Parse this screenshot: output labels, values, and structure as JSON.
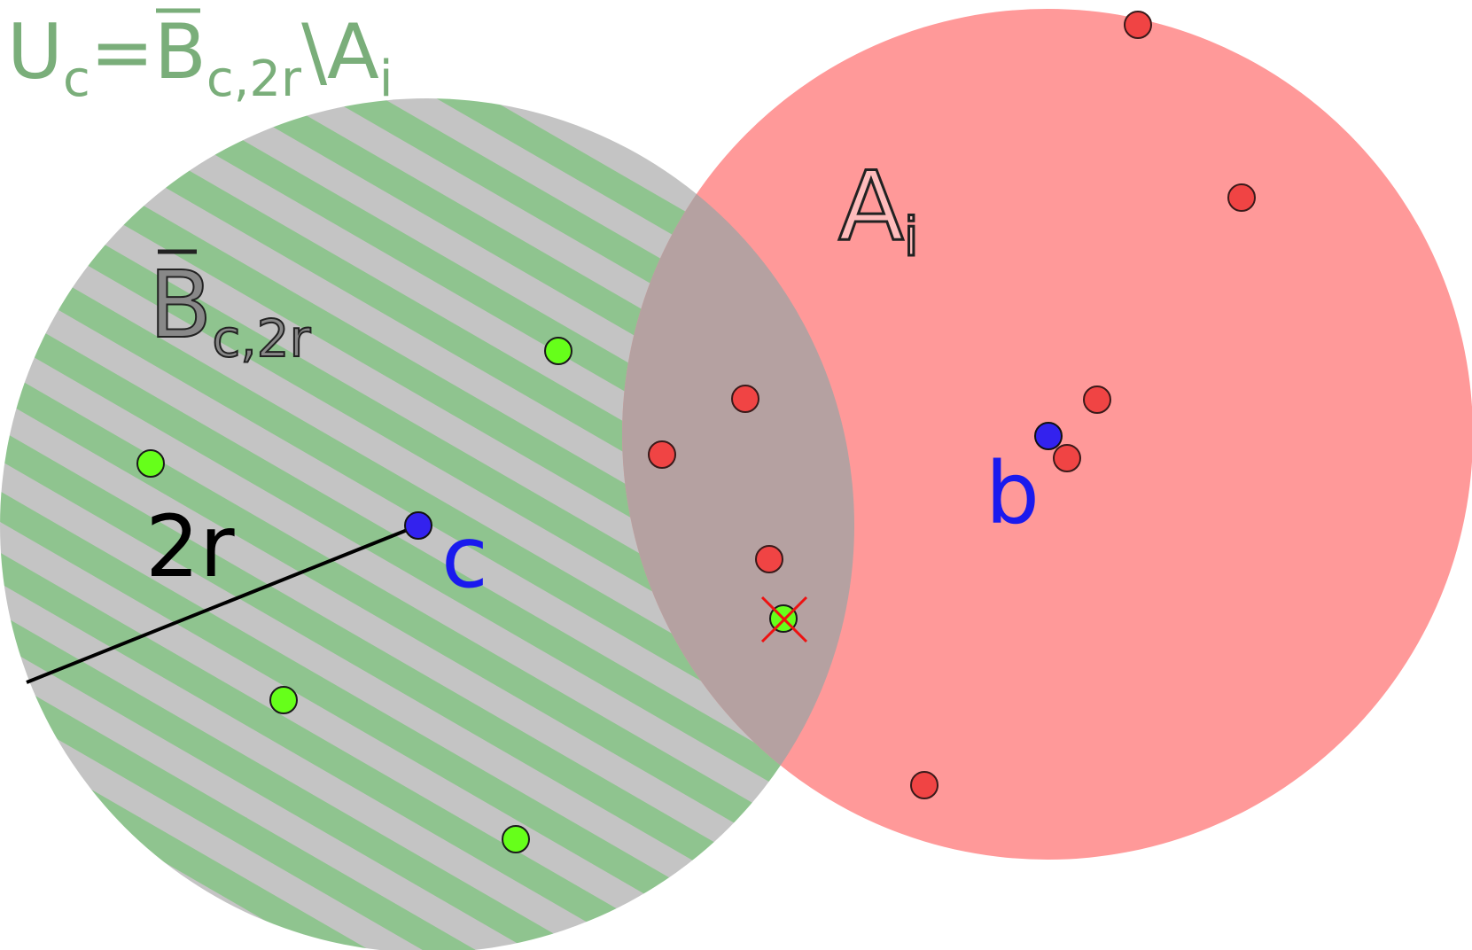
{
  "title": {
    "U": "U",
    "sub_c": "c",
    "eq": "=",
    "B": "B",
    "sub_c2r": "c,2r",
    "setminus": "\\",
    "A": "A",
    "sub_i": "i"
  },
  "ball_label": {
    "B": "B",
    "sub": "c,2r"
  },
  "set_label": {
    "A": "A",
    "sub": "i"
  },
  "radius_label": "2r",
  "center_c_label": "c",
  "center_b_label": "b",
  "colors": {
    "green_stripe": "#8fc48f",
    "gray_stripe": "#c4c4c4",
    "red_region": "#ff9999",
    "overlap": "#b5a1a1",
    "green_point": "#66ff1a",
    "red_point": "#f04444",
    "blue_point": "#3322ee",
    "label_blue": "#1a1aee",
    "title_green": "#7aae7a",
    "cross_red": "#ee1111"
  }
}
